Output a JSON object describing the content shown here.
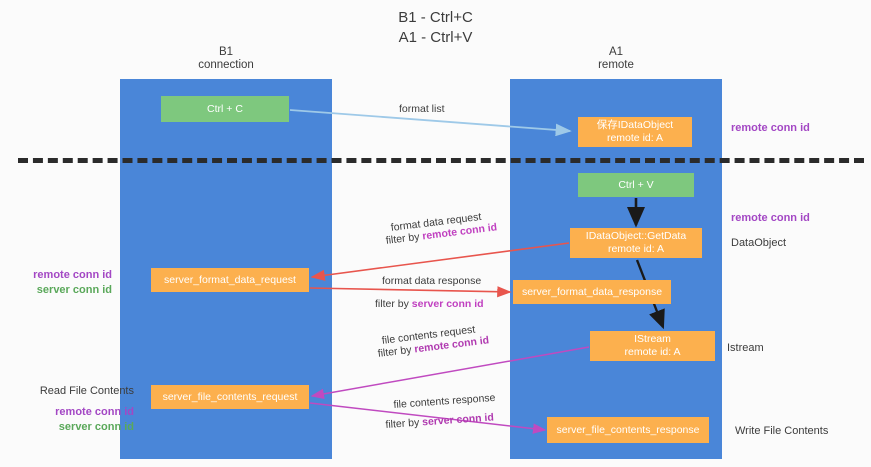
{
  "title": "B1 - Ctrl+C\nA1 - Ctrl+V",
  "lanes": {
    "b1": {
      "header": "B1\nconnection",
      "color": "#4a86d8"
    },
    "a1": {
      "header": "A1\nremote",
      "color": "#4a86d8"
    }
  },
  "nodes": {
    "ctrl_c": "Ctrl + C",
    "save_idataobject": "保存IDataObject\nremote id: A",
    "ctrl_v": "Ctrl + V",
    "getdata": "IDataObject::GetData\nremote id: A",
    "server_format_data_request": "server_format_data_request",
    "server_format_data_response": "server_format_data_response",
    "istream": "IStream\nremote id: A",
    "server_file_contents_request": "server_file_contents_request",
    "server_file_contents_response": "server_file_contents_response"
  },
  "notes": {
    "remote_conn_id": "remote conn id",
    "server_conn_id": "server conn id",
    "dataobject": "DataObject",
    "istream": "Istream",
    "read_file_contents": "Read File Contents",
    "write_file_contents": "Write File Contents"
  },
  "edges": {
    "format_list": "format list",
    "format_data_request": "format data request",
    "format_data_response": "format data response",
    "file_contents_request": "file contents request",
    "file_contents_response": "file contents response",
    "filter_by": "filter by "
  },
  "colors": {
    "lane": "#4a86d8",
    "green_node": "#7ec87e",
    "orange_node": "#fcb04e",
    "purple": "#a347c4",
    "green_text": "#5aa85a",
    "arrow_red": "#e8554d",
    "arrow_magenta": "#c04ac0",
    "arrow_blue": "#9ec9e8",
    "arrow_black": "#1a1a1a",
    "divider": "#2b2b2b"
  }
}
